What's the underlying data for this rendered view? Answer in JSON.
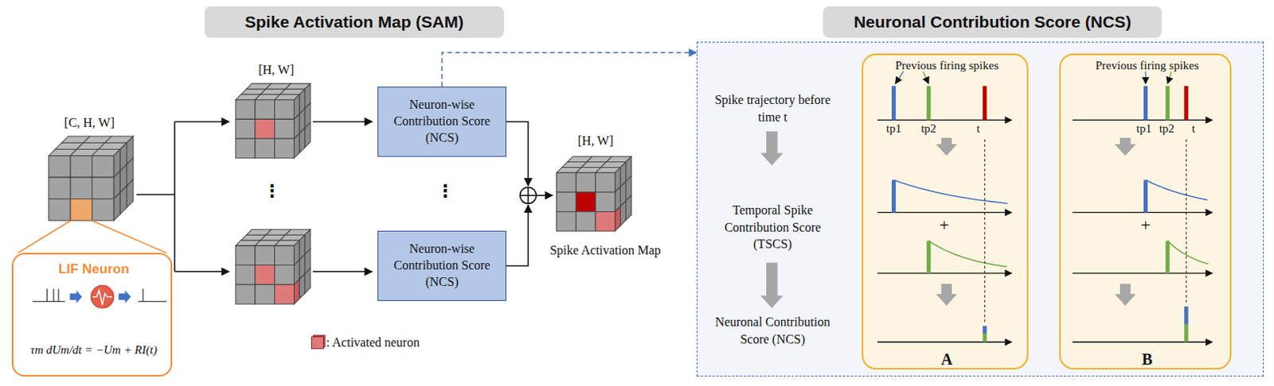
{
  "diagram": {
    "nodes": [
      {
        "text": [
          "Spike Activation Map (SAM)"
        ]
      },
      {
        "text": [
          "Neuronal Contribution Score (NCS)"
        ]
      },
      {
        "text": [
          "LIF Neuron",
          "τm dUm/dt = −Um + RI(t)"
        ]
      },
      {
        "text": [
          "Neuron-wise Contribution Score (NCS)"
        ]
      },
      {
        "text": [
          "Neuron-wise Contribution Score (NCS)"
        ]
      },
      {
        "text": [
          "Spike trajectory before time t",
          "Temporal Spike Contribution Score (TSCS)",
          "Neuronal Contribution Score (NCS)"
        ]
      },
      {
        "text": [
          "Previous firing spikes",
          "A"
        ],
        "in": 5
      },
      {
        "text": [
          "Previous firing spikes",
          "B"
        ],
        "in": 5
      }
    ],
    "edges": [
      {
        "from": 3,
        "to": 5,
        "arrow": "to"
      }
    ],
    "labels": [
      "[C, H, W]",
      "[H, W]",
      "[H, W]",
      "⋮",
      "⋮",
      "Spike Activation Map",
      "tp1",
      "tp2",
      "t",
      "tp1",
      "tp2",
      "t",
      "+",
      "+"
    ],
    "legend": [
      {
        "text": ": Activated neuron",
        "color": "#e07a7a"
      }
    ]
  }
}
